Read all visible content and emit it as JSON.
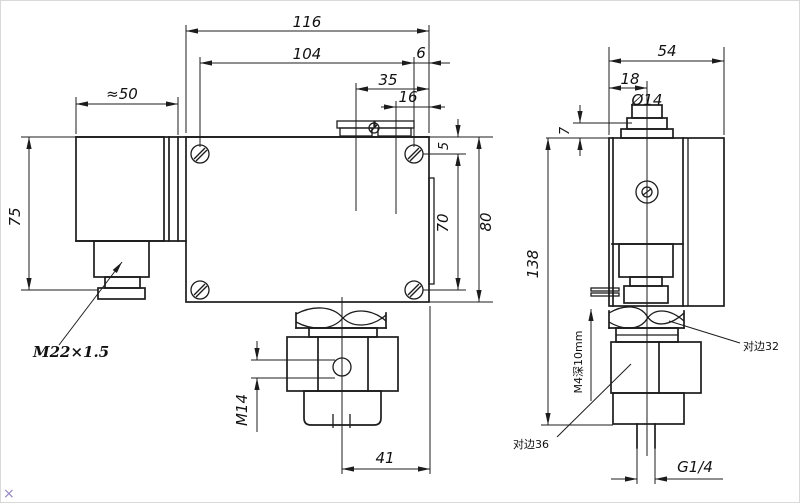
{
  "drawing": {
    "front": {
      "total_width": "116",
      "screw_span": "104",
      "edge_gap": "6",
      "terminal_span": "35",
      "terminal_gap": "16",
      "housing_width": "≈50",
      "housing_height": "75",
      "screw_top": "5",
      "screw_vspan": "70",
      "body_height": "80",
      "gland_thread": "M22×1.5",
      "port_thread": "M14",
      "port_offset": "41"
    },
    "side": {
      "depth": "54",
      "cap_offset": "18",
      "cap_dia": "Ø14",
      "plate_step": "7",
      "total_height": "138",
      "nut_flats": "对边32",
      "mount_note": "M4深10mm",
      "hex_flats": "对边36",
      "port_thread": "G1/4"
    },
    "misc": {
      "cursor": "×"
    }
  }
}
